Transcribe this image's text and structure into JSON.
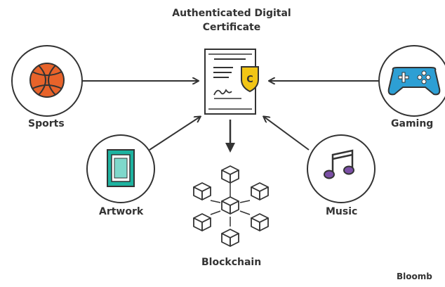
{
  "title": {
    "line1": "Authenticated Digital",
    "line2": "Certificate"
  },
  "nodes": {
    "sports": "Sports",
    "gaming": "Gaming",
    "artwork": "Artwork",
    "music": "Music",
    "blockchain": "Blockchain"
  },
  "certificate": {
    "badge_letter": "C"
  },
  "credit": "Bloomb",
  "colors": {
    "ball": "#e8632a",
    "controller": "#2d9fd4",
    "frame": "#1db3a0",
    "note": "#7b4fa6",
    "badge": "#f2c515",
    "ink": "#333333"
  },
  "icons": [
    "basketball-icon",
    "game-controller-icon",
    "picture-frame-icon",
    "music-note-icon",
    "certificate-icon",
    "blockchain-cube-icon"
  ]
}
